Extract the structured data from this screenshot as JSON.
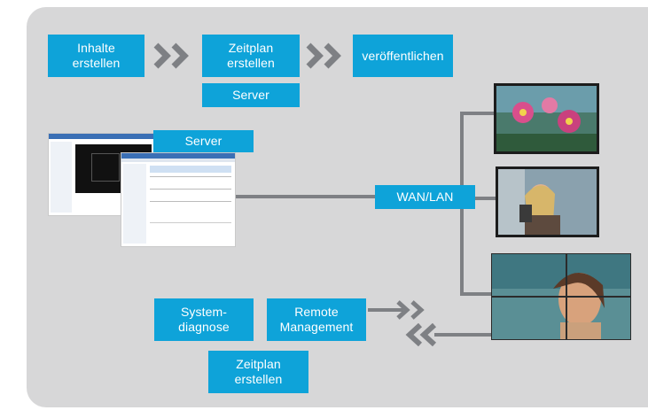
{
  "workflow": {
    "step1": "Inhalte\nerstellen",
    "step2": "Zeitplan\nerstellen",
    "step2_server": "Server",
    "step3": "veröffentlichen"
  },
  "network": {
    "server_label": "Server",
    "wan_label": "WAN/LAN"
  },
  "management": {
    "system_diagnosis": "System-\ndiagnose",
    "remote_management": "Remote\nManagement",
    "schedule": "Zeitplan\nerstellen"
  },
  "icons": {
    "chevron": "double-chevron-right-icon",
    "return": "double-chevron-left-icon"
  },
  "colors": {
    "accent": "#0ea3d9",
    "panel": "#d7d7d8",
    "wire": "#7e8084",
    "chevron": "#7e8084"
  }
}
